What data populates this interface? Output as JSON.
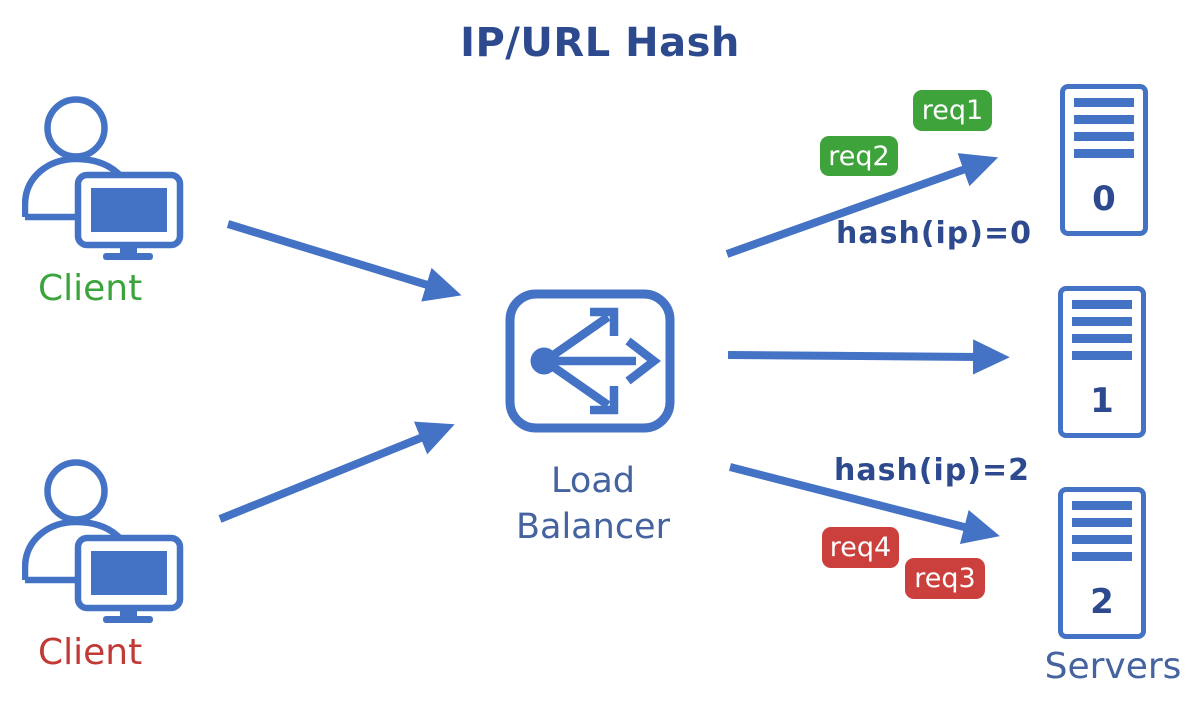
{
  "title": "IP/URL Hash",
  "clients": [
    {
      "label": "Client",
      "color": "#3CA43C"
    },
    {
      "label": "Client",
      "color": "#C23A36"
    }
  ],
  "load_balancer": {
    "line1": "Load",
    "line2": "Balancer"
  },
  "servers": {
    "label": "Servers",
    "items": [
      {
        "id": "0"
      },
      {
        "id": "1"
      },
      {
        "id": "2"
      }
    ]
  },
  "requests": [
    {
      "label": "req1",
      "color": "#3FA33C"
    },
    {
      "label": "req2",
      "color": "#3FA33C"
    },
    {
      "label": "req3",
      "color": "#CB403C"
    },
    {
      "label": "req4",
      "color": "#CB403C"
    }
  ],
  "hash_labels": [
    {
      "text": "hash(ip)=0"
    },
    {
      "text": "hash(ip)=2"
    }
  ],
  "colors": {
    "primary_blue": "#4472C4",
    "navy_text": "#2D4A8E",
    "label_blue": "#44639F",
    "green": "#3FA33C",
    "red": "#CB403C"
  }
}
